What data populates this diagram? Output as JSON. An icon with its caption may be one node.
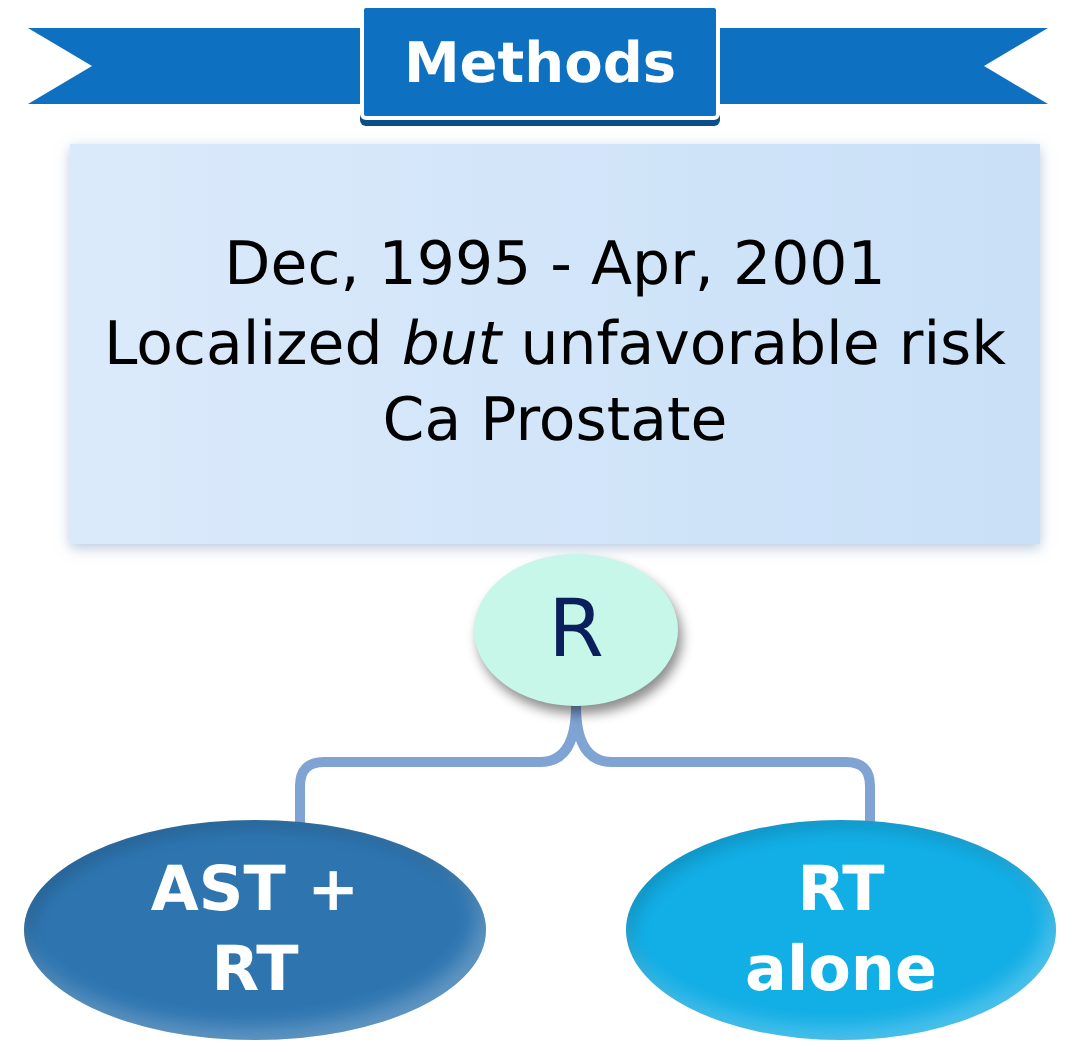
{
  "diagram": {
    "nodes": [
      {
        "text": [
          "Methods"
        ]
      },
      {
        "text": [
          "Dec, 1995 - Apr, 2001",
          "Localized *but* unfavorable risk Ca Prostate"
        ]
      },
      {
        "text": [
          "R"
        ]
      },
      {
        "text": [
          "AST + RT"
        ]
      },
      {
        "text": [
          "RT alone"
        ]
      }
    ],
    "edges": [
      {
        "from": 2,
        "to": 3,
        "arrow": "none"
      },
      {
        "from": 2,
        "to": 4,
        "arrow": "none"
      }
    ]
  }
}
